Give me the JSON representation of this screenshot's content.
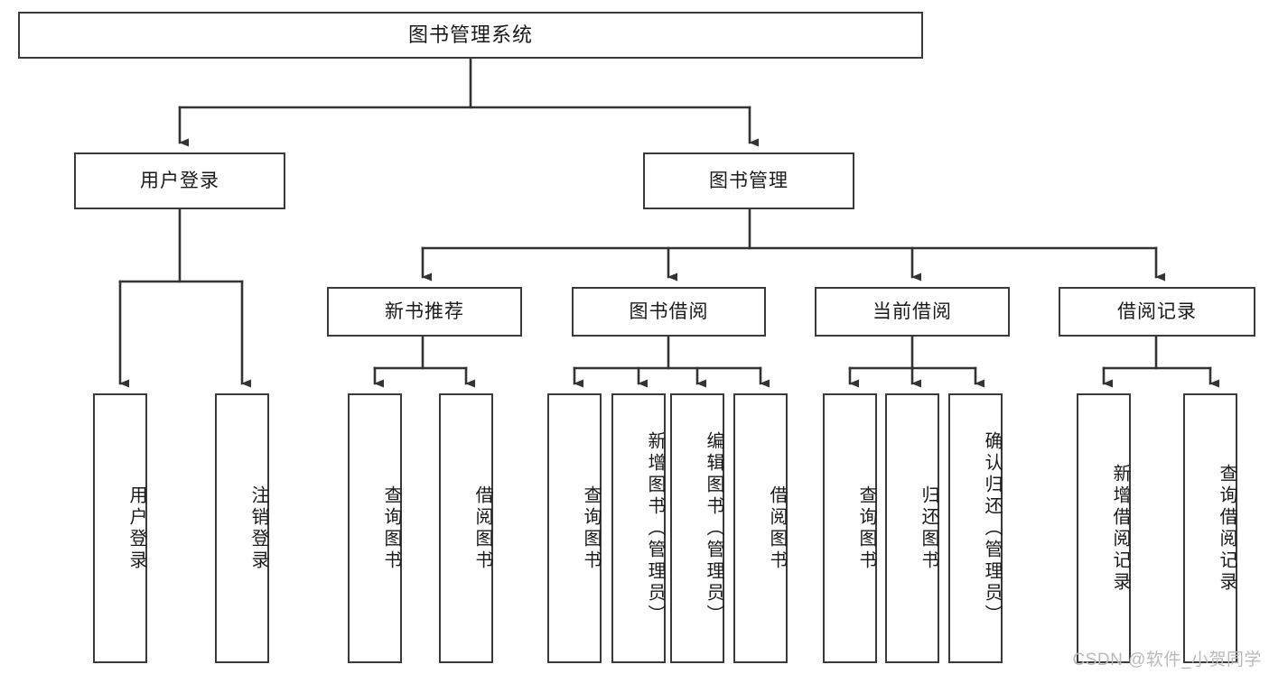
{
  "diagram": {
    "title": "图书管理系统",
    "type": "tree-hierarchy",
    "watermark": "CSDN @软件_小贺同学",
    "colors": {
      "box_border": "#3a3a3a",
      "box_fill": "#ffffff",
      "connector": "#333333",
      "text": "#1a1a1a",
      "watermark": "#b9b9b9",
      "background": "#ffffff"
    },
    "root": {
      "label": "图书管理系统"
    },
    "level2": [
      {
        "label": "用户登录"
      },
      {
        "label": "图书管理"
      }
    ],
    "level3": [
      {
        "label": "新书推荐"
      },
      {
        "label": "图书借阅"
      },
      {
        "label": "当前借阅"
      },
      {
        "label": "借阅记录"
      }
    ],
    "leaves": {
      "user_login": [
        {
          "label": "用户登录"
        },
        {
          "label": "注销登录"
        }
      ],
      "new_book_recommend": [
        {
          "label": "查询图书"
        },
        {
          "label": "借阅图书"
        }
      ],
      "book_borrow": [
        {
          "label": "查询图书"
        },
        {
          "label": "新增图书（管理员）"
        },
        {
          "label": "编辑图书（管理员）"
        },
        {
          "label": "借阅图书"
        }
      ],
      "current_borrow": [
        {
          "label": "查询图书"
        },
        {
          "label": "归还图书"
        },
        {
          "label": "确认归还（管理员）"
        }
      ],
      "borrow_record": [
        {
          "label": "新增借阅记录"
        },
        {
          "label": "查询借阅记录"
        }
      ]
    }
  }
}
